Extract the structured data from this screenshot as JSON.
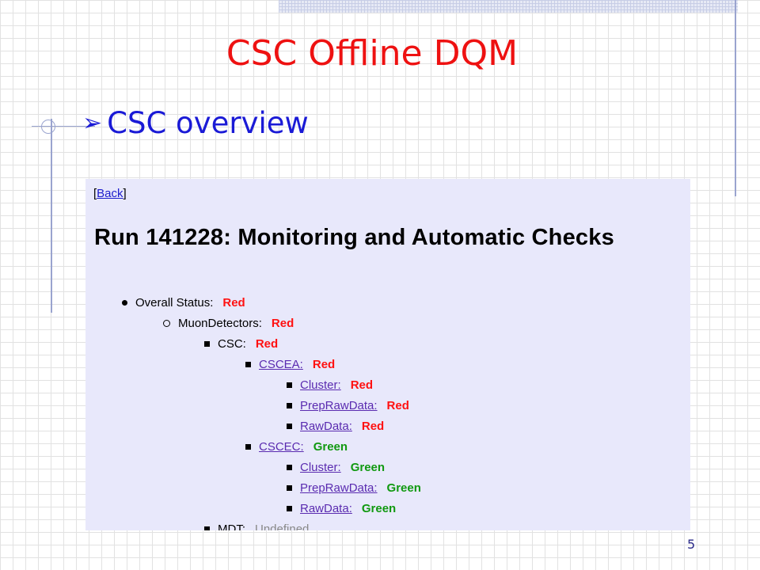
{
  "slide": {
    "title": "CSC Offline DQM",
    "bullet": "CSC overview",
    "bullet_icon": "arrow-bullet-icon",
    "page_number": "5",
    "title_color": "#ee1111",
    "bullet_color": "#1a1ad6"
  },
  "screenshot": {
    "back_label": "Back",
    "run_title": "Run 141228: Monitoring and Automatic Checks",
    "tree": [
      {
        "label": "Overall Status:",
        "status": "Red",
        "link": false,
        "level": 0
      },
      {
        "label": "MuonDetectors:",
        "status": "Red",
        "link": false,
        "level": 1
      },
      {
        "label": "CSC:",
        "status": "Red",
        "link": false,
        "level": 2
      },
      {
        "label": "CSCEA:",
        "status": "Red",
        "link": true,
        "level": 3
      },
      {
        "label": "Cluster:",
        "status": "Red",
        "link": true,
        "level": 4
      },
      {
        "label": "PrepRawData:",
        "status": "Red",
        "link": true,
        "level": 4
      },
      {
        "label": "RawData:",
        "status": "Red",
        "link": true,
        "level": 4
      },
      {
        "label": "CSCEC:",
        "status": "Green",
        "link": true,
        "level": 3
      },
      {
        "label": "Cluster:",
        "status": "Green",
        "link": true,
        "level": 4
      },
      {
        "label": "PrepRawData:",
        "status": "Green",
        "link": true,
        "level": 4
      },
      {
        "label": "RawData:",
        "status": "Green",
        "link": true,
        "level": 4
      },
      {
        "label": "MDT:",
        "status": "Undefined",
        "link": false,
        "level": 2
      }
    ],
    "status_colors": {
      "Red": "#ff1111",
      "Green": "#119911",
      "Undefined": "#888888"
    }
  }
}
